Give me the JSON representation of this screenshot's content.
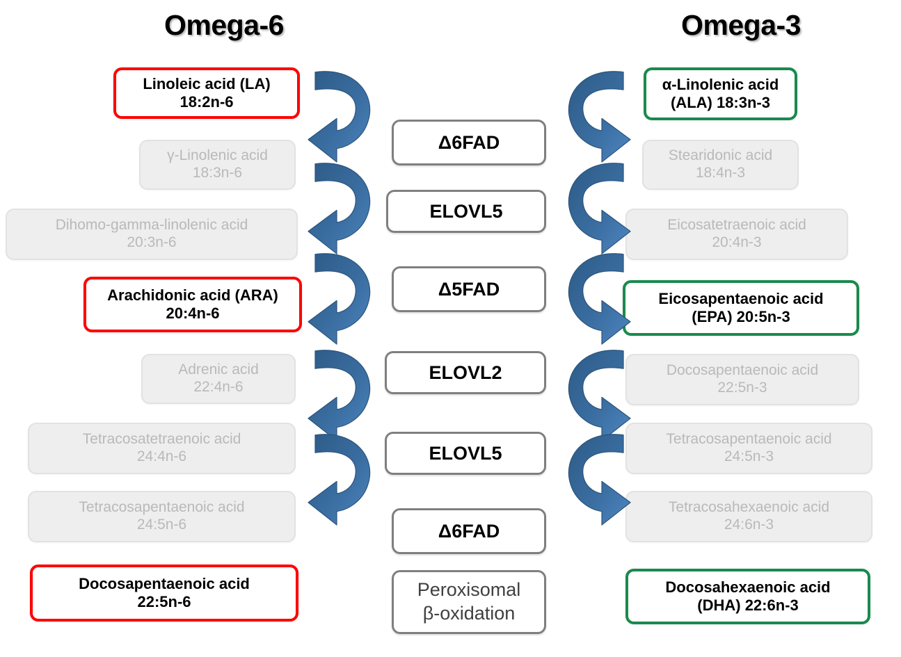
{
  "headers": {
    "left": "Omega-6",
    "right": "Omega-3"
  },
  "colors": {
    "highlight_left_border": "#ff0000",
    "highlight_right_border": "#1a8a4d",
    "dim_text": "#b9b9b9",
    "dim_fill": "#eeeeee",
    "enzyme_border": "#7f7f7f",
    "arrow_blue": "#33658f",
    "arrow_blue_light": "#4a82bd"
  },
  "omega6": [
    {
      "name": "Linoleic acid (LA)",
      "code": "18:2n-6",
      "state": "highlight"
    },
    {
      "name": "γ-Linolenic acid",
      "code": "18:3n-6",
      "state": "dim"
    },
    {
      "name": "Dihomo-gamma-linolenic acid",
      "code": "20:3n-6",
      "state": "dim"
    },
    {
      "name": "Arachidonic acid (ARA)",
      "code": "20:4n-6",
      "state": "highlight"
    },
    {
      "name": "Adrenic acid",
      "code": "22:4n-6",
      "state": "dim"
    },
    {
      "name": "Tetracosatetraenoic acid",
      "code": "24:4n-6",
      "state": "dim"
    },
    {
      "name": "Tetracosapentaenoic acid",
      "code": "24:5n-6",
      "state": "dim"
    },
    {
      "name": "Docosapentaenoic acid",
      "code": "22:5n-6",
      "state": "highlight"
    }
  ],
  "omega3": [
    {
      "name": "α-Linolenic acid",
      "code": "(ALA) 18:3n-3",
      "state": "highlight"
    },
    {
      "name": "Stearidonic acid",
      "code": "18:4n-3",
      "state": "dim"
    },
    {
      "name": "Eicosatetraenoic acid",
      "code": "20:4n-3",
      "state": "dim"
    },
    {
      "name": "Eicosapentaenoic acid",
      "code": "(EPA) 20:5n-3",
      "state": "highlight"
    },
    {
      "name": "Docosapentaenoic acid",
      "code": "22:5n-3",
      "state": "dim"
    },
    {
      "name": "Tetracosapentaenoic acid",
      "code": "24:5n-3",
      "state": "dim"
    },
    {
      "name": "Tetracosahexaenoic acid",
      "code": "24:6n-3",
      "state": "dim"
    },
    {
      "name": "Docosahexaenoic acid",
      "code": "(DHA) 22:6n-3",
      "state": "highlight"
    }
  ],
  "enzymes": [
    {
      "label": "Δ6FAD",
      "line2": ""
    },
    {
      "label": "ELOVL5",
      "line2": ""
    },
    {
      "label": "Δ5FAD",
      "line2": ""
    },
    {
      "label": "ELOVL2",
      "line2": ""
    },
    {
      "label": "ELOVL5",
      "line2": ""
    },
    {
      "label": "Δ6FAD",
      "line2": ""
    },
    {
      "label": "Peroxisomal",
      "line2": "β-oxidation"
    }
  ]
}
